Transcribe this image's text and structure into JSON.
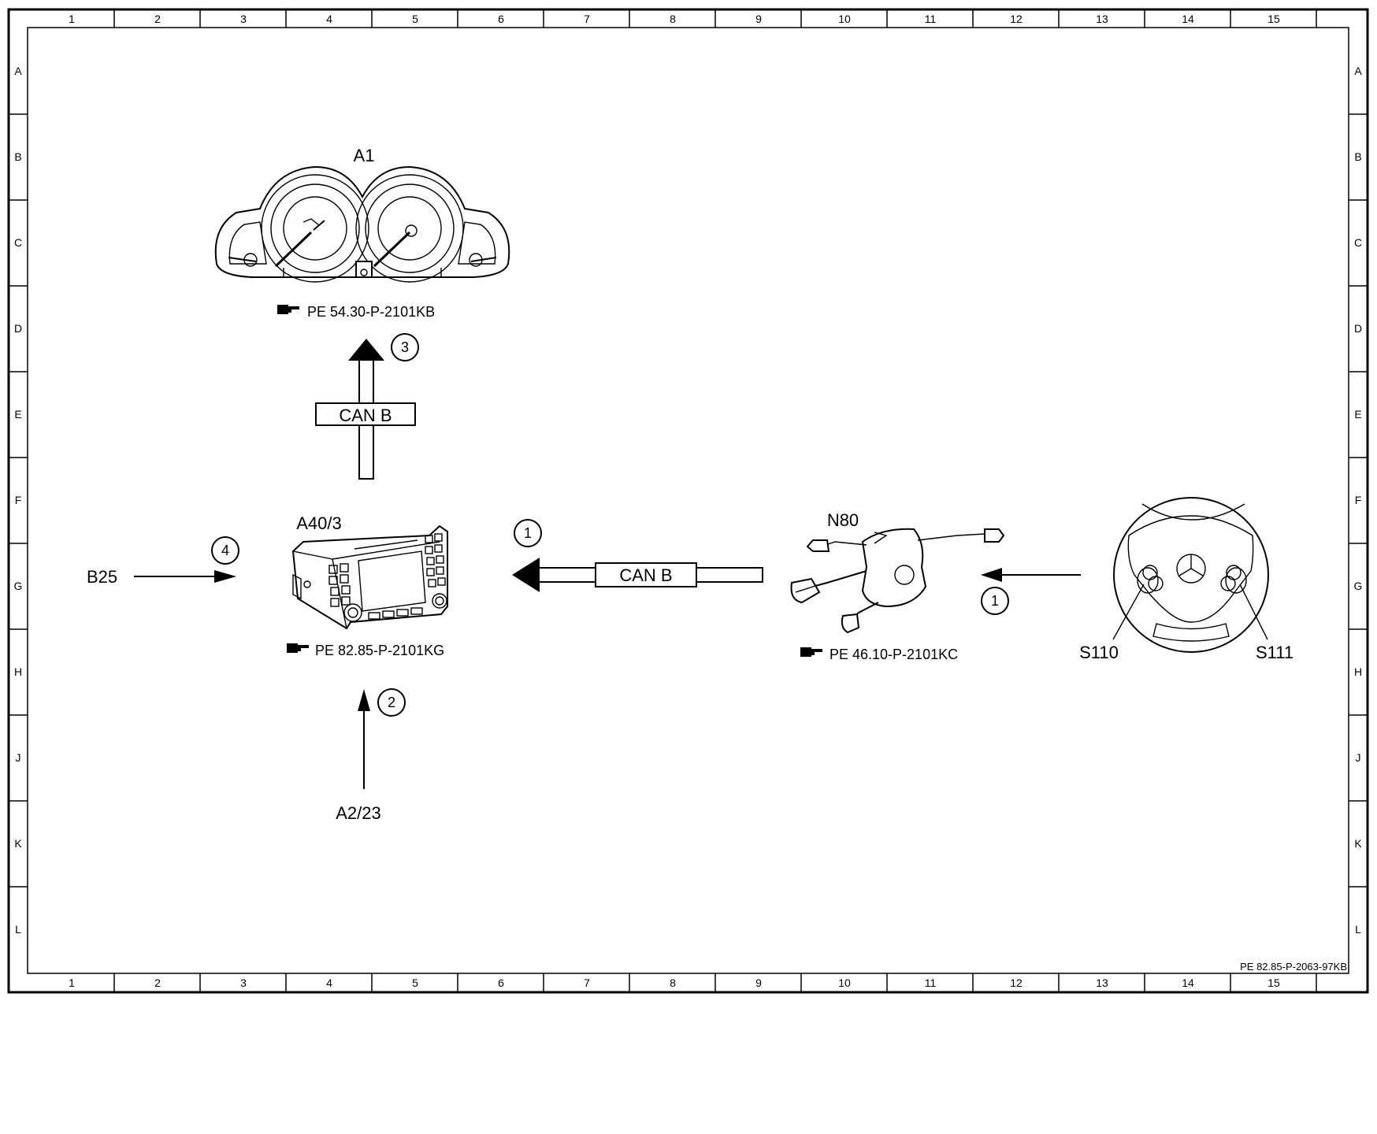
{
  "frame": {
    "columns": [
      "1",
      "2",
      "3",
      "4",
      "5",
      "6",
      "7",
      "8",
      "9",
      "10",
      "11",
      "12",
      "13",
      "14",
      "15"
    ],
    "rows": [
      "A",
      "B",
      "C",
      "D",
      "E",
      "F",
      "G",
      "H",
      "J",
      "K",
      "L"
    ],
    "document_id": "PE 82.85-P-2063-97KB"
  },
  "components": {
    "instrument_cluster": {
      "label": "A1",
      "reference": "PE 54.30-P-2101KB"
    },
    "audio_unit": {
      "label": "A40/3",
      "reference": "PE 82.85-P-2101KG"
    },
    "steering_column_module": {
      "label": "N80",
      "reference": "PE 46.10-P-2101KC"
    },
    "sensor_left": {
      "label": "B25"
    },
    "receiver_bottom": {
      "label": "A2/23"
    },
    "switch_left": {
      "label": "S110"
    },
    "switch_right": {
      "label": "S111"
    }
  },
  "connections": {
    "bus_vertical": {
      "label": "CAN B",
      "number": "3"
    },
    "bus_horizontal": {
      "label": "CAN B",
      "number": "1"
    },
    "steering_input": {
      "number": "1"
    },
    "antenna_input": {
      "number": "2"
    },
    "b25_input": {
      "number": "4"
    }
  },
  "icons": [
    "reference-hand-icon",
    "mercedes-star-icon"
  ]
}
